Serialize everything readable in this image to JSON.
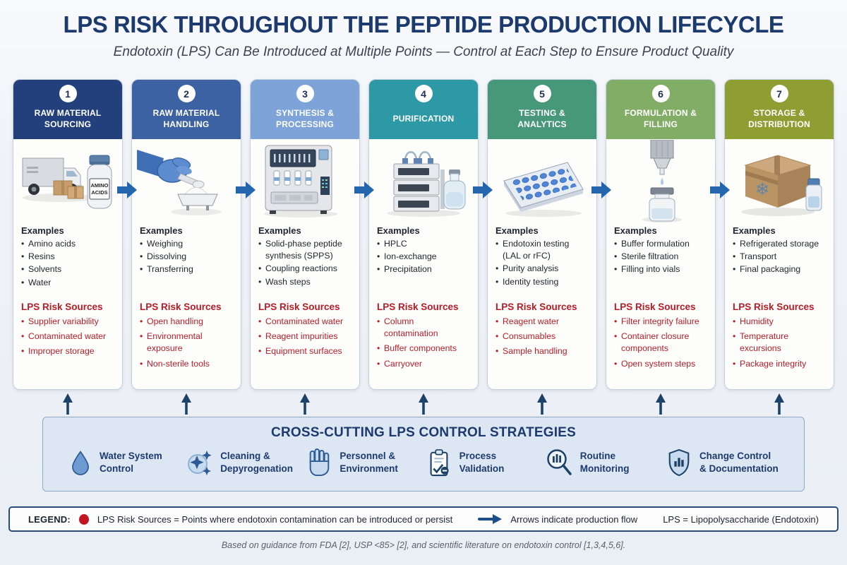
{
  "header": {
    "title": "LPS RISK THROUGHOUT THE PEPTIDE PRODUCTION LIFECYCLE",
    "subtitle": "Endotoxin (LPS) Can Be Introduced at Multiple Points — Control at Each Step to Ensure Product Quality"
  },
  "labels": {
    "examples": "Examples",
    "risks": "LPS Risk Sources"
  },
  "colors": {
    "title_navy": "#1d3a6e",
    "risk_red": "#b91c26",
    "flow_arrow_blue": "#2466ae",
    "up_arrow_navy": "#1d4167",
    "stage_header_colors": [
      "#24407c",
      "#3c62a4",
      "#7da3d9",
      "#2d99a6",
      "#47977b",
      "#82ad66",
      "#8f9e33"
    ]
  },
  "stages": [
    {
      "number": "1",
      "title": "RAW MATERIAL SOURCING",
      "illustration": "delivery-truck-boxes-and-amino-acids-vial",
      "vial_label_line1": "AMINO",
      "vial_label_line2": "ACIDS",
      "examples": [
        "Amino acids",
        "Resins",
        "Solvents",
        "Water"
      ],
      "risks": [
        "Supplier variability",
        "Contaminated water",
        "Improper storage"
      ]
    },
    {
      "number": "2",
      "title": "RAW MATERIAL HANDLING",
      "illustration": "gloved-hand-scooping-powder",
      "examples": [
        "Weighing",
        "Dissolving",
        "Transferring"
      ],
      "risks": [
        "Open handling",
        "Environmental exposure",
        "Non-sterile tools"
      ]
    },
    {
      "number": "3",
      "title": "SYNTHESIS & PROCESSING",
      "illustration": "peptide-synthesizer-instrument",
      "examples": [
        "Solid-phase peptide synthesis (SPPS)",
        "Coupling reactions",
        "Wash steps"
      ],
      "risks": [
        "Contaminated water",
        "Reagent impurities",
        "Equipment surfaces"
      ]
    },
    {
      "number": "4",
      "title": "PURIFICATION",
      "illustration": "hplc-system-with-solvent-bottle",
      "examples": [
        "HPLC",
        "Ion-exchange",
        "Precipitation"
      ],
      "risks": [
        "Column contamination",
        "Buffer components",
        "Carryover"
      ]
    },
    {
      "number": "5",
      "title": "TESTING & ANALYTICS",
      "illustration": "microwell-plate",
      "examples": [
        "Endotoxin testing (LAL or rFC)",
        "Purity analysis",
        "Identity testing"
      ],
      "risks": [
        "Reagent water",
        "Consumables",
        "Sample handling"
      ]
    },
    {
      "number": "6",
      "title": "FORMULATION & FILLING",
      "illustration": "filling-nozzle-dispensing-into-vial",
      "examples": [
        "Buffer formulation",
        "Sterile filtration",
        "Filling into vials"
      ],
      "risks": [
        "Filter integrity failure",
        "Container closure components",
        "Open system steps"
      ]
    },
    {
      "number": "7",
      "title": "STORAGE & DISTRIBUTION",
      "illustration": "shipping-box-with-snowflake-and-vial",
      "snowflake_glyph": "❄",
      "examples": [
        "Refrigerated storage",
        "Transport",
        "Final packaging"
      ],
      "risks": [
        "Humidity",
        "Temperature excursions",
        "Package integrity"
      ]
    }
  ],
  "strategies": {
    "title": "CROSS-CUTTING LPS CONTROL STRATEGIES",
    "items": [
      {
        "icon": "water-drop-icon",
        "label": "Water System Control"
      },
      {
        "icon": "sparkles-clean-icon",
        "label": "Cleaning & Depyrogenation"
      },
      {
        "icon": "glove-icon",
        "label": "Personnel & Environment"
      },
      {
        "icon": "clipboard-check-icon",
        "label": "Process Validation"
      },
      {
        "icon": "magnifier-bars-icon",
        "label": "Routine Monitoring"
      },
      {
        "icon": "shield-icon",
        "label": "Change Control & Documentation"
      }
    ]
  },
  "legend": {
    "label": "LEGEND:",
    "risk_definition": "LPS Risk Sources = Points where endotoxin contamination can be introduced or persist",
    "arrow_definition": "Arrows indicate production flow",
    "lps_definition": "LPS = Lipopolysaccharide (Endotoxin)"
  },
  "footer": {
    "citation": "Based on guidance from FDA [2], USP <85> [2], and scientific literature on endotoxin control [1,3,4,5,6]."
  }
}
